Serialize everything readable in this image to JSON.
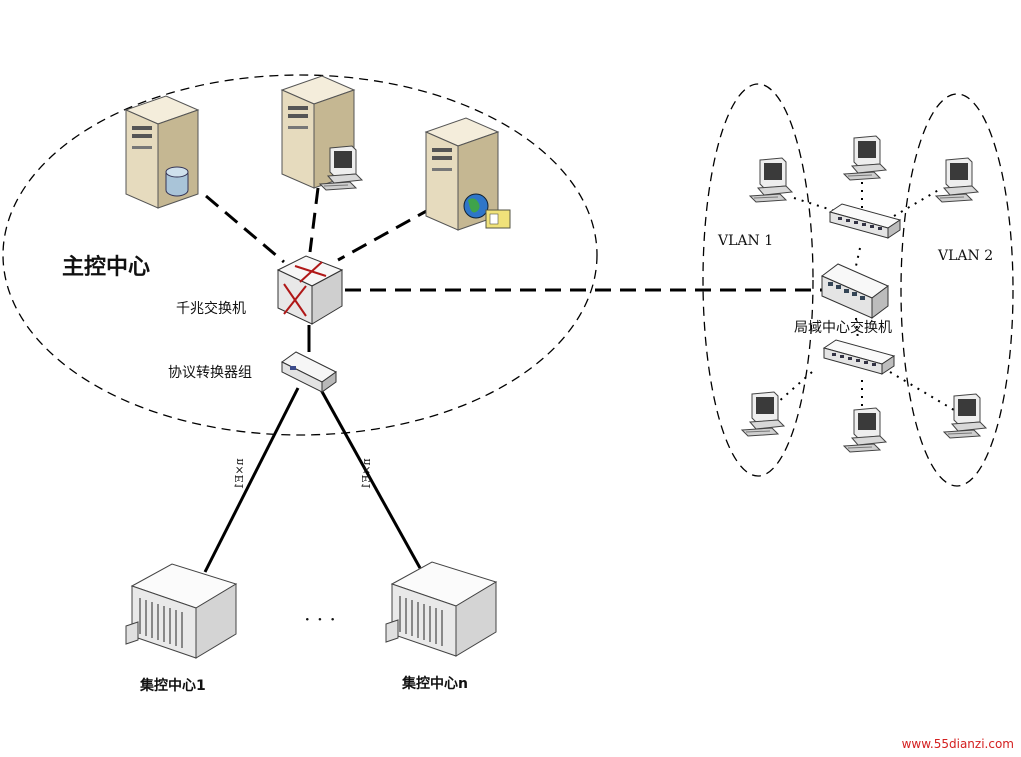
{
  "labels": {
    "main_center": "主控中心",
    "gigabit_switch": "千兆交换机",
    "protocol_converter": "协议转换器组",
    "lan_center_switch": "局域中心交换机",
    "vlan1": "VLAN 1",
    "vlan2": "VLAN 2",
    "link_left": "n×E1",
    "link_right": "n×E1",
    "sub_center_1": "集控中心1",
    "sub_center_n": "集控中心n",
    "ellipsis": "· · ·",
    "watermark": "www.55dianzi.com"
  },
  "colors": {
    "line": "#000000",
    "server_body": "#e9dfc6",
    "server_dark": "#b8a985",
    "switch_body": "#f2f2f2",
    "watermark": "#d42020"
  },
  "icons": {
    "server_db": "database-server-icon",
    "server_pc": "workstation-server-icon",
    "server_web": "web-server-icon",
    "core_switch": "router-switch-icon",
    "converter": "hub-icon",
    "pc": "desktop-computer-icon",
    "sub_station": "mainframe-icon"
  }
}
